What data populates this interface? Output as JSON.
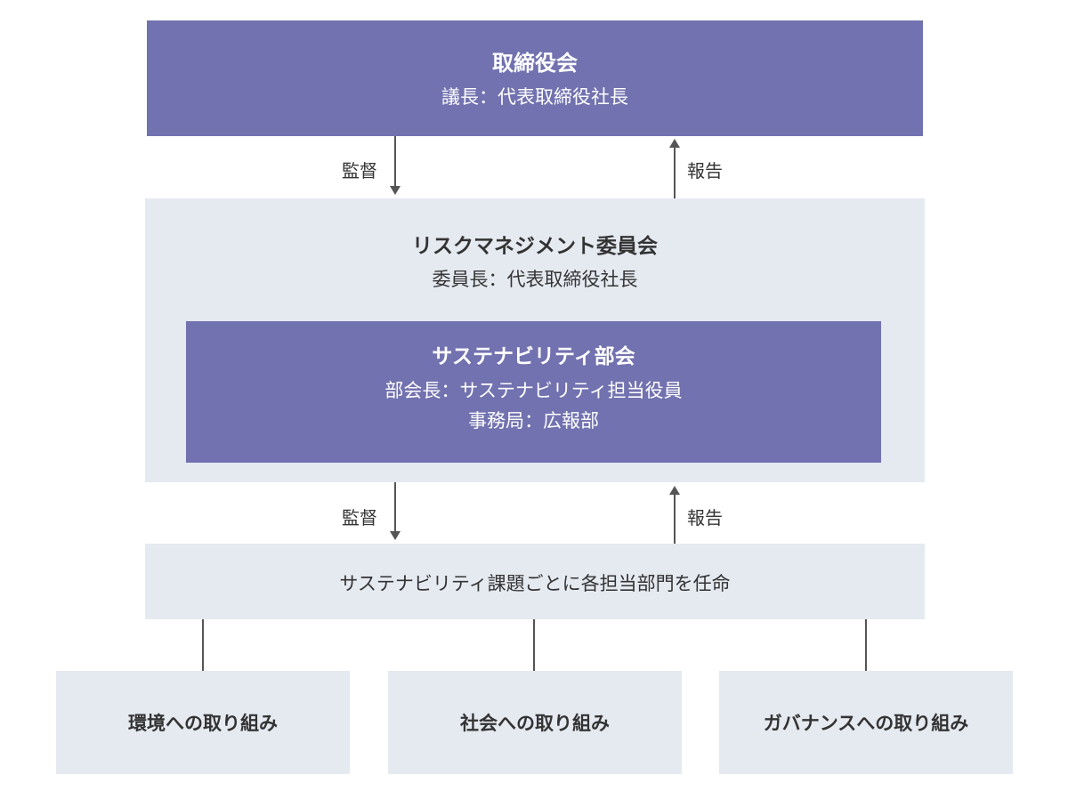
{
  "board": {
    "title": "取締役会",
    "chair": "議長：代表取締役社長"
  },
  "flow_top": {
    "down_label": "監督",
    "up_label": "報告"
  },
  "risk_committee": {
    "title": "リスクマネジメント委員会",
    "chair": "委員長：代表取締役社長"
  },
  "sustainability": {
    "title": "サステナビリティ部会",
    "head": "部会長：サステナビリティ担当役員",
    "office": "事務局：広報部"
  },
  "flow_bottom": {
    "down_label": "監督",
    "up_label": "報告"
  },
  "assignment": {
    "text": "サステナビリティ課題ごとに各担当部門を任命"
  },
  "initiatives": [
    {
      "label": "環境への取り組み"
    },
    {
      "label": "社会への取り組み"
    },
    {
      "label": "ガバナンスへの取り組み"
    }
  ],
  "colors": {
    "purple": "#7272b0",
    "gray": "#e5e9f0",
    "line": "#555555"
  }
}
